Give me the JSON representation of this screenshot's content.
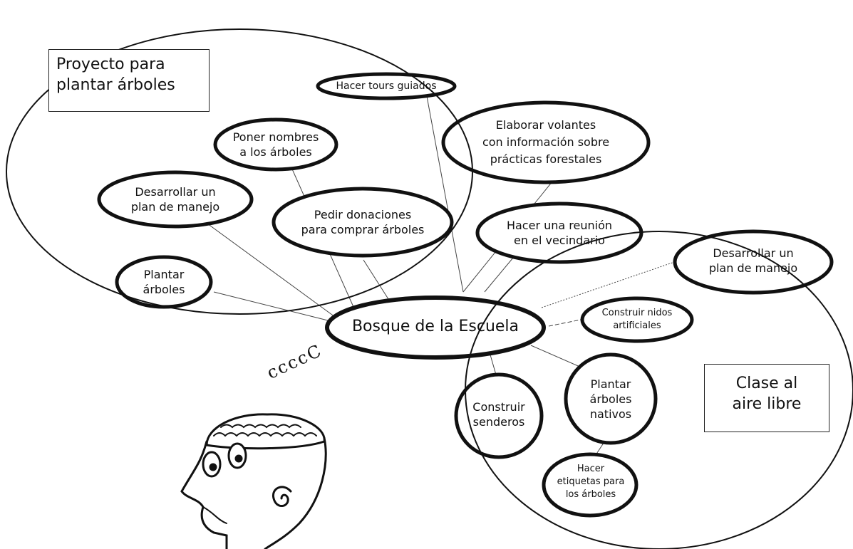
{
  "colors": {
    "ink": "#111111",
    "paper": "#ffffff",
    "link": "#333333"
  },
  "groups": {
    "left": "Proyecto para\nplantar árboles",
    "right": "Clase al\naire libre"
  },
  "center": "Bosque de la Escuela",
  "nodes": {
    "tours": "Hacer tours guiados",
    "nombres": "Poner nombres\na los árboles",
    "volantes": "Elaborar volantes\ncon información sobre\nprácticas forestales",
    "plan_left": "Desarrollar un\nplan de manejo",
    "donaciones": "Pedir donaciones\npara comprar árboles",
    "reunion": "Hacer una reunión\nen el vecindario",
    "plan_right": "Desarrollar un\nplan de manejo",
    "plantar": "Plantar\nárboles",
    "nidos": "Construir nidos\nartificiales",
    "senderos": "Construir\nsenderos",
    "nativos": "Plantar\nárboles\nnativos",
    "etiquetas": "Hacer\netiquetas para\nlos árboles"
  },
  "thought_text": "ccccC",
  "icons": {
    "thinker": "thinking-person-icon"
  }
}
